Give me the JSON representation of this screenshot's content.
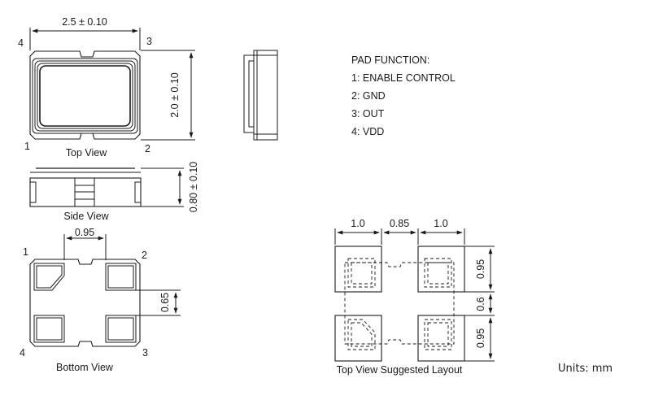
{
  "top_view": {
    "width_dim": "2.5 ± 0.10",
    "height_dim": "2.0 ± 0.10",
    "pin_tl": "4",
    "pin_tr": "3",
    "pin_bl": "1",
    "pin_br": "2",
    "caption": "Top View"
  },
  "side_view": {
    "height_dim": "0.80 ± 0.10",
    "caption": "Side View"
  },
  "bottom_view": {
    "pad_spacing_dim": "0.95",
    "pad_height_dim": "0.65",
    "pin_tl": "1",
    "pin_tr": "2",
    "pin_bl": "4",
    "pin_br": "3",
    "caption": "Bottom View"
  },
  "pad_function": {
    "title": "PAD FUNCTION:",
    "items": [
      "1: ENABLE CONTROL",
      "2: GND",
      "3: OUT",
      "4: VDD"
    ]
  },
  "layout_view": {
    "dim_left": "1.0",
    "dim_middle": "0.85",
    "dim_right": "1.0",
    "dim_top": "0.95",
    "dim_gap": "0.6",
    "dim_bottom": "0.95",
    "caption": "Top View Suggested Layout"
  },
  "units": "Units: mm",
  "colors": {
    "line": "#1a1a1a",
    "background": "#ffffff"
  }
}
